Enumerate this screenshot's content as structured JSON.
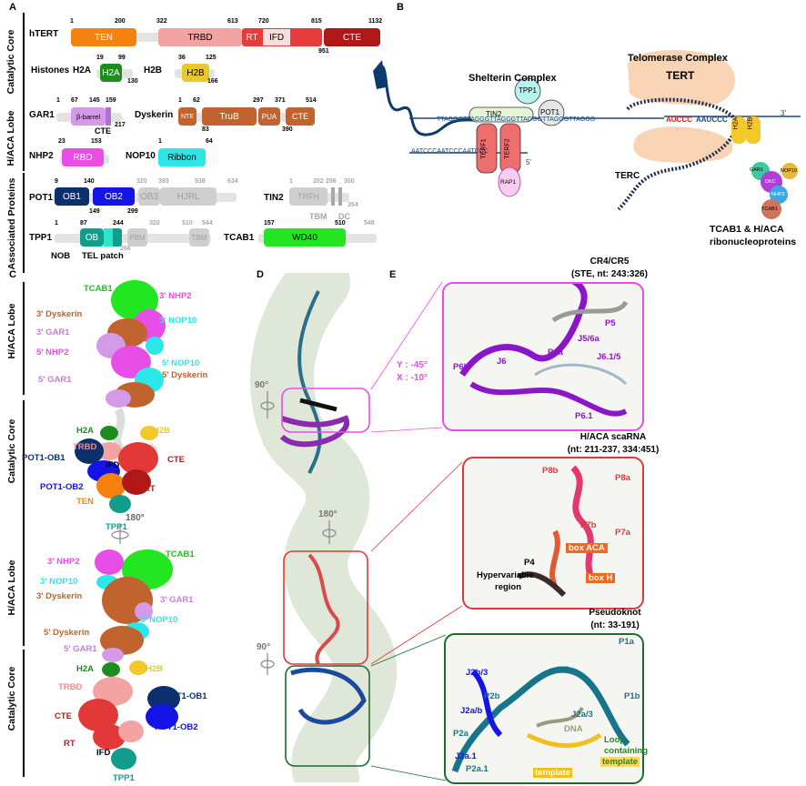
{
  "panels": {
    "a": "A",
    "b": "B",
    "c": "C",
    "d": "D",
    "e": "E"
  },
  "section_labels": {
    "catalytic_core": "Catalytic Core",
    "haca_lobe": "H/ACA Lobe",
    "associated": "Associated Proteins"
  },
  "proteins": {
    "htert": {
      "name": "hTERT",
      "ten": "TEN",
      "trbd": "TRBD",
      "rt": "RT",
      "ifd": "IFD",
      "cte": "CTE",
      "n1": "1",
      "n200": "200",
      "n322": "322",
      "n613": "613",
      "n720": "720",
      "n815": "815",
      "n1132": "1132",
      "n951": "951"
    },
    "h2a": {
      "name": "H2A",
      "dom": "H2A",
      "n19": "19",
      "n99": "99",
      "n130": "130"
    },
    "h2b": {
      "name": "H2B",
      "dom": "H2B",
      "n36": "36",
      "n125": "125",
      "n166": "166"
    },
    "gar1": {
      "name": "GAR1",
      "dom": "β-barrel",
      "n1": "1",
      "n67": "67",
      "n145": "145",
      "n159": "159",
      "n217": "217",
      "cte": "CTE"
    },
    "dyskerin": {
      "name": "Dyskerin",
      "nte": "NTE",
      "trub": "TruB",
      "pua": "PUA",
      "cte": "CTE",
      "n1": "1",
      "n62": "62",
      "n297": "297",
      "n371": "371",
      "n514": "514",
      "n83": "83",
      "n390": "390"
    },
    "nhp2": {
      "name": "NHP2",
      "dom": "RBD",
      "n23": "23",
      "n153": "153"
    },
    "nop10": {
      "name": "NOP10",
      "dom": "Ribbon",
      "n1": "1",
      "n64": "64"
    },
    "pot1": {
      "name": "POT1",
      "ob1": "OB1",
      "ob2": "OB2",
      "ob3": "OB3",
      "hjrl": "HJRL",
      "n9": "9",
      "n140": "140",
      "n320": "320",
      "n393": "393",
      "n538": "538",
      "n634": "634",
      "n149": "149",
      "n299": "299"
    },
    "tin2": {
      "name": "TIN2",
      "trfh": "TRFH",
      "tbm": "TBM",
      "dc": "DC",
      "n1": "1",
      "n202": "202",
      "n256": "256",
      "n300": "300",
      "n354": "354"
    },
    "tpp1": {
      "name": "TPP1",
      "ob": "OB",
      "pbm": "PBM",
      "tbm": "TBM",
      "nob": "NOB",
      "tel": "TEL patch",
      "n1": "1",
      "n87": "87",
      "n244": "244",
      "n320": "320",
      "n510": "510",
      "n544": "544",
      "n266": "266"
    },
    "tcab1": {
      "name": "TCAB1",
      "dom": "WD40",
      "n157": "157",
      "n510": "510",
      "n548": "548"
    }
  },
  "panel_b": {
    "shelterin": "Shelterin Complex",
    "telomerase": "Telomerase Complex",
    "tert": "TERT",
    "tin2": "TIN2",
    "tpp1": "TPP1",
    "pot1": "POT1",
    "terf1": "TERF1",
    "terf2": "TERF2",
    "rap1": "RAP1",
    "terc": "TERC",
    "aucc": "AUCCC",
    "aaucc": "AAUCCC",
    "h2a": "H2A",
    "h2b": "H2B",
    "gar1": "GAR1",
    "dkc": "DKC",
    "nop10": "NOP10",
    "nhp2": "NHP2",
    "tcab1": "TCAB1",
    "seq_top": "TTAGGGTTAGGGTTAGGGTTAGGGTTAGGGTTAGGG",
    "seq_bot": "AATCCCAATCCCAATCCC",
    "five": "5'",
    "three": "3'",
    "caption_l1": "TCAB1 & H/ACA",
    "caption_l2": "ribonucleoproteins"
  },
  "panel_c": {
    "top": {
      "tcab1": "TCAB1",
      "nhp2_3": "3' NHP2",
      "dysk_3": "3' Dyskerin",
      "nop10_3": "3' NOP10",
      "gar1_3": "3' GAR1",
      "nhp2_5": "5' NHP2",
      "nop10_5": "5' NOP10",
      "dysk_5": "5' Dyskerin",
      "gar1_5": "5' GAR1",
      "h2a": "H2A",
      "h2b": "H2B",
      "trbd": "TRBD",
      "pot1ob1": "POT1-OB1",
      "ifd": "IFD",
      "cte": "CTE",
      "pot1ob2": "POT1-OB2",
      "ten": "TEN",
      "rt": "RT",
      "tpp1": "TPP1"
    },
    "rot": "180°",
    "bottom": {
      "nhp2_3": "3' NHP2",
      "tcab1": "TCAB1",
      "nop10_3": "3' NOP10",
      "dysk_3": "3' Dyskerin",
      "gar1_3": "3' GAR1",
      "nop10_5": "5' NOP10",
      "dysk_5": "5' Dyskerin",
      "gar1_5": "5' GAR1",
      "h2a": "H2A",
      "h2b": "H2B",
      "trbd": "TRBD",
      "pot1ob1": "POT1-OB1",
      "cte": "CTE",
      "pot1ob2": "POT1-OB2",
      "rt": "RT",
      "ifd": "IFD",
      "tpp1": "TPP1"
    }
  },
  "panel_d": {
    "rot90a": "90°",
    "rot180": "180°",
    "rot90b": "90°"
  },
  "panel_e": {
    "cr": {
      "title1": "CR4/CR5",
      "title2": "(STE, nt: 243:326)",
      "p5": "P5",
      "j56a": "J5/6a",
      "p6a": "P6a",
      "j615": "J6.1/5",
      "p6b": "P6b",
      "j6": "J6",
      "p61": "P6.1",
      "rot_y": "Y : -45°",
      "rot_x": "X : -10°"
    },
    "haca": {
      "title1": "H/ACA scaRNA",
      "title2": "(nt: 211-237, 334:451)",
      "p8b": "P8b",
      "p8a": "P8a",
      "p7b": "P7b",
      "p7a": "P7a",
      "boxaca": "box ACA",
      "p4": "P4",
      "hyper1": "Hypervariable",
      "hyper2": "region",
      "boxh": "box H"
    },
    "pk": {
      "title1": "Pseudoknot",
      "title2": "(nt: 33-191)",
      "p1a": "P1a",
      "j2b3": "J2b/3",
      "p3": "P3",
      "p2b": "P2b",
      "p1b": "P1b",
      "j2a3": "J2a/3",
      "j2ab": "J2a/b",
      "p2a": "P2a",
      "dna": "DNA",
      "loop1": "Loop",
      "loop2": "containing",
      "template_a": "template",
      "j2a1": "J2a.1",
      "p2a1": "P2a.1",
      "template_b": "template"
    }
  }
}
